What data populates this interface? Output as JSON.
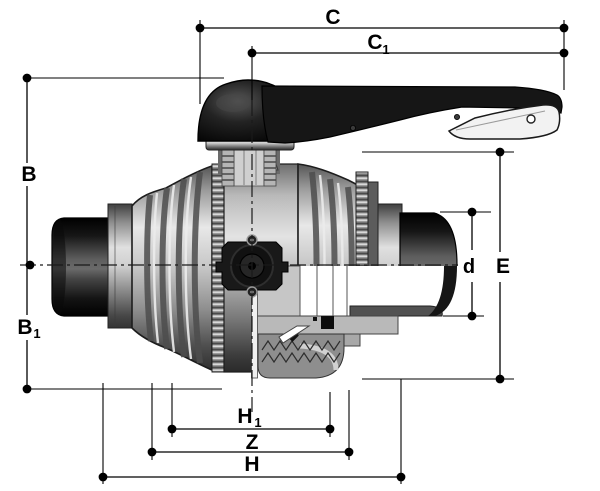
{
  "drawing": {
    "background": "#ffffff",
    "line_color": "#000000",
    "colors": {
      "handle": "#161616",
      "knob": "#0d0d0d",
      "pipe": "#1a1a1a",
      "body_light": "#e3e3e3",
      "body_mid": "#a9a9a9",
      "body_dark": "#4a4a4a",
      "lever": "#f2f2f2",
      "section_light": "#c2c2c2",
      "section_mid": "#8e8e8e",
      "section_dark": "#515151",
      "seal": "#0d0d0d"
    }
  },
  "dimensions": {
    "C": {
      "base": "C"
    },
    "C1": {
      "base": "C",
      "sub": "1"
    },
    "B": {
      "base": "B"
    },
    "B1": {
      "base": "B",
      "sub": "1"
    },
    "E": {
      "base": "E"
    },
    "d": {
      "base": "d"
    },
    "H1": {
      "base": "H",
      "sub": "1"
    },
    "Z": {
      "base": "Z"
    },
    "H": {
      "base": "H"
    }
  }
}
